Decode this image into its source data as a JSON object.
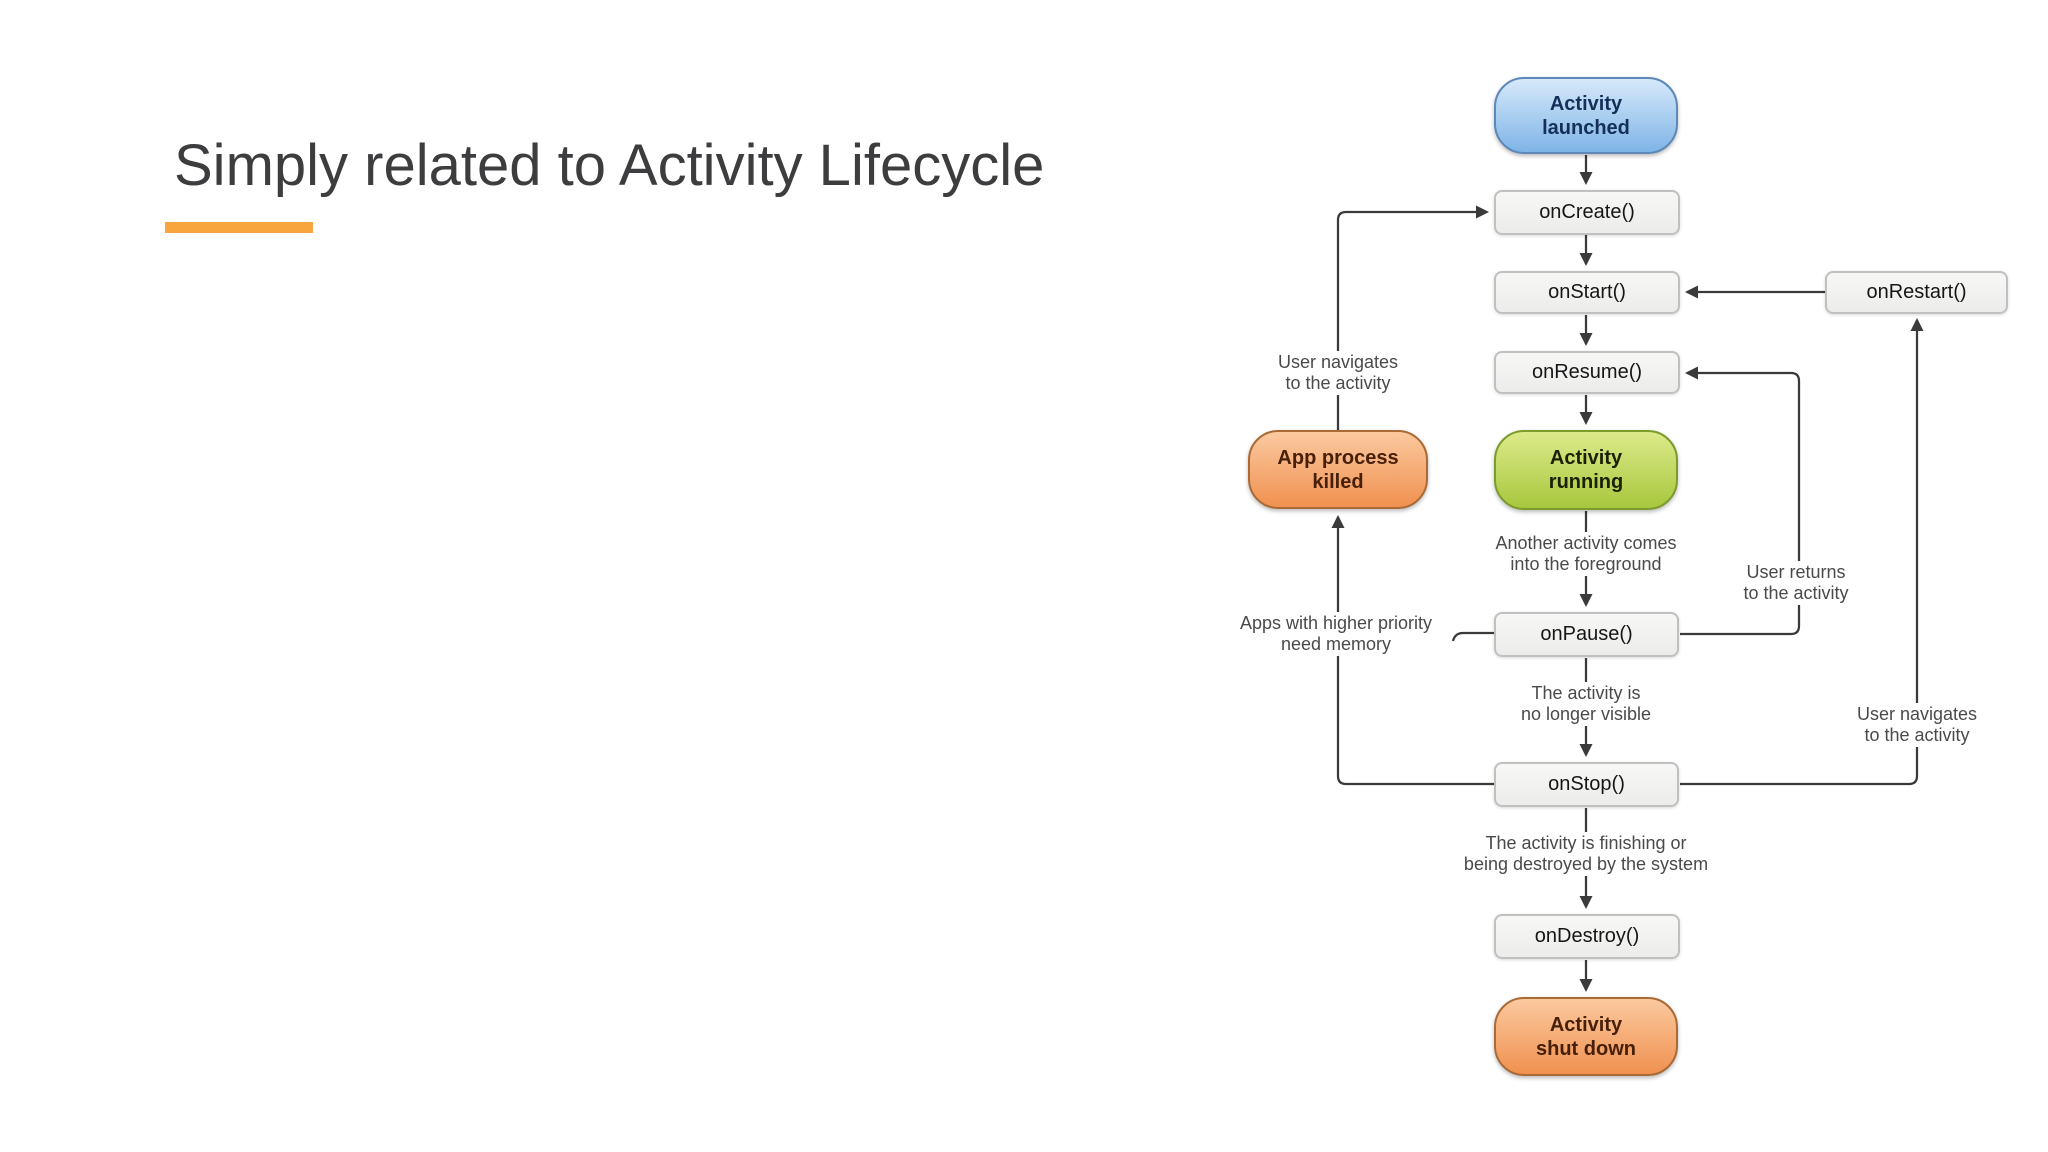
{
  "slide": {
    "title": "Simply related to Activity Lifecycle",
    "accent_color": "#F6A63C",
    "background_color": "#FFFFFF"
  },
  "diagram": {
    "nodes": {
      "activity_launched": {
        "label": "Activity\nlaunched",
        "kind": "state",
        "color": "blue"
      },
      "on_create": {
        "label": "onCreate()",
        "kind": "callback"
      },
      "on_start": {
        "label": "onStart()",
        "kind": "callback"
      },
      "on_restart": {
        "label": "onRestart()",
        "kind": "callback"
      },
      "on_resume": {
        "label": "onResume()",
        "kind": "callback"
      },
      "app_process_killed": {
        "label": "App process\nkilled",
        "kind": "state",
        "color": "orange"
      },
      "activity_running": {
        "label": "Activity\nrunning",
        "kind": "state",
        "color": "green"
      },
      "on_pause": {
        "label": "onPause()",
        "kind": "callback"
      },
      "on_stop": {
        "label": "onStop()",
        "kind": "callback"
      },
      "on_destroy": {
        "label": "onDestroy()",
        "kind": "callback"
      },
      "activity_shutdown": {
        "label": "Activity\nshut down",
        "kind": "state",
        "color": "orange"
      }
    },
    "annotations": {
      "user_navigates_left": "User navigates\nto the activity",
      "another_activity": "Another activity comes\ninto the foreground",
      "user_returns": "User returns\nto the activity",
      "apps_priority": "Apps with higher priority\nneed memory",
      "not_visible": "The activity is\nno longer visible",
      "user_navigates_right": "User navigates\nto the activity",
      "finishing": "The activity is finishing or\nbeing destroyed by the system"
    },
    "edges": [
      {
        "from": "Activity launched",
        "to": "onCreate()"
      },
      {
        "from": "onCreate()",
        "to": "onStart()"
      },
      {
        "from": "onStart()",
        "to": "onResume()"
      },
      {
        "from": "onResume()",
        "to": "Activity running"
      },
      {
        "from": "Activity running",
        "to": "onPause()",
        "label": "Another activity comes into the foreground"
      },
      {
        "from": "onPause()",
        "to": "onResume()",
        "label": "User returns to the activity"
      },
      {
        "from": "onPause()",
        "to": "App process killed",
        "label": "Apps with higher priority need memory"
      },
      {
        "from": "onPause()",
        "to": "onStop()",
        "label": "The activity is no longer visible"
      },
      {
        "from": "onStop()",
        "to": "App process killed",
        "label": "Apps with higher priority need memory"
      },
      {
        "from": "onStop()",
        "to": "onRestart()",
        "label": "User navigates to the activity"
      },
      {
        "from": "onRestart()",
        "to": "onStart()"
      },
      {
        "from": "App process killed",
        "to": "onCreate()",
        "label": "User navigates to the activity"
      },
      {
        "from": "onStop()",
        "to": "onDestroy()",
        "label": "The activity is finishing or being destroyed by the system"
      },
      {
        "from": "onDestroy()",
        "to": "Activity shut down"
      }
    ],
    "colors": {
      "line": "#3a3a3a",
      "annotation_text": "#4a4a4a",
      "callback_fill": "#F1F1F0",
      "callback_border": "#C0C0BF",
      "blue_state": "#7FB4E7",
      "green_state": "#A8C73E",
      "orange_state": "#F09150"
    }
  }
}
